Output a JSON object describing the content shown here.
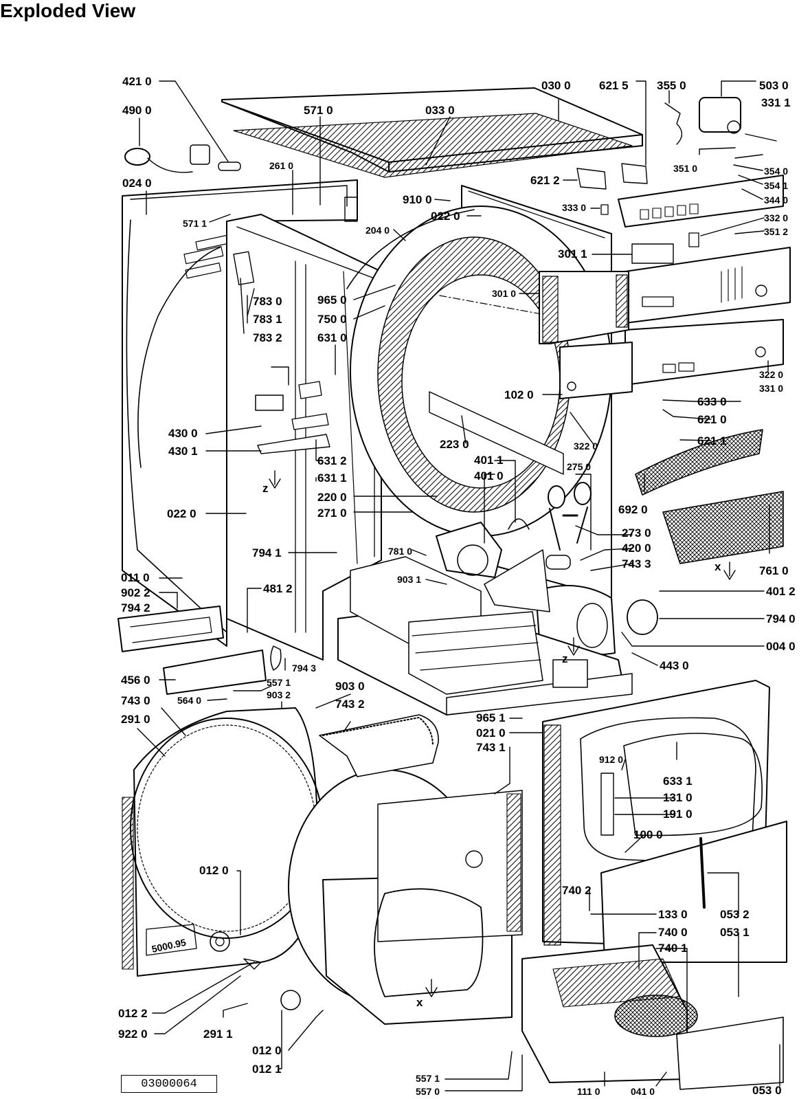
{
  "title": "Exploded View",
  "reference": "03000064",
  "callouts": [
    {
      "name": "421-0",
      "text": "421 0"
    },
    {
      "name": "490-0",
      "text": "490 0"
    },
    {
      "name": "024-0",
      "text": "024 0"
    },
    {
      "name": "571-0",
      "text": "571 0"
    },
    {
      "name": "033-0",
      "text": "033 0"
    },
    {
      "name": "030-0",
      "text": "030 0"
    },
    {
      "name": "621-5",
      "text": "621 5"
    },
    {
      "name": "355-0",
      "text": "355 0"
    },
    {
      "name": "503-0",
      "text": "503 0"
    },
    {
      "name": "331-1",
      "text": "331 1"
    },
    {
      "name": "351-0",
      "text": "351 0"
    },
    {
      "name": "354-0",
      "text": "354 0"
    },
    {
      "name": "354-1",
      "text": "354 1"
    },
    {
      "name": "344-0",
      "text": "344 0"
    },
    {
      "name": "261-0",
      "text": "261 0"
    },
    {
      "name": "621-2",
      "text": "621 2"
    },
    {
      "name": "910-0",
      "text": "910 0"
    },
    {
      "name": "022-0-top",
      "text": "022 0"
    },
    {
      "name": "333-0",
      "text": "333 0"
    },
    {
      "name": "332-0",
      "text": "332 0"
    },
    {
      "name": "351-2",
      "text": "351 2"
    },
    {
      "name": "571-1",
      "text": "571 1"
    },
    {
      "name": "204-0",
      "text": "204 0"
    },
    {
      "name": "301-1",
      "text": "301 1"
    },
    {
      "name": "783-0",
      "text": "783 0"
    },
    {
      "name": "783-1",
      "text": "783 1"
    },
    {
      "name": "783-2",
      "text": "783 2"
    },
    {
      "name": "965-0",
      "text": "965 0"
    },
    {
      "name": "750-0",
      "text": "750 0"
    },
    {
      "name": "631-0",
      "text": "631 0"
    },
    {
      "name": "301-0",
      "text": "301 0"
    },
    {
      "name": "102-0",
      "text": "102 0"
    },
    {
      "name": "322-0-right",
      "text": "322 0"
    },
    {
      "name": "331-0",
      "text": "331 0"
    },
    {
      "name": "633-0",
      "text": "633 0"
    },
    {
      "name": "621-0",
      "text": "621 0"
    },
    {
      "name": "621-1",
      "text": "621 1"
    },
    {
      "name": "430-0",
      "text": "430 0"
    },
    {
      "name": "430-1",
      "text": "430 1"
    },
    {
      "name": "223-0",
      "text": "223 0"
    },
    {
      "name": "322-0-mid",
      "text": "322 0"
    },
    {
      "name": "631-2",
      "text": "631 2"
    },
    {
      "name": "631-1",
      "text": "631 1"
    },
    {
      "name": "401-1",
      "text": "401 1"
    },
    {
      "name": "401-0",
      "text": "401 0"
    },
    {
      "name": "275-0",
      "text": "275 0"
    },
    {
      "name": "220-0",
      "text": "220 0"
    },
    {
      "name": "271-0",
      "text": "271 0"
    },
    {
      "name": "692-0",
      "text": "692 0"
    },
    {
      "name": "022-0-left",
      "text": "022 0"
    },
    {
      "name": "273-0",
      "text": "273 0"
    },
    {
      "name": "420-0",
      "text": "420 0"
    },
    {
      "name": "743-3",
      "text": "743 3"
    },
    {
      "name": "794-1",
      "text": "794 1"
    },
    {
      "name": "781-0",
      "text": "781 0"
    },
    {
      "name": "761-0",
      "text": "761 0"
    },
    {
      "name": "011-0",
      "text": "011 0"
    },
    {
      "name": "903-1",
      "text": "903 1"
    },
    {
      "name": "401-2",
      "text": "401 2"
    },
    {
      "name": "902-2",
      "text": "902 2"
    },
    {
      "name": "481-2",
      "text": "481 2"
    },
    {
      "name": "794-2",
      "text": "794 2"
    },
    {
      "name": "794-0",
      "text": "794 0"
    },
    {
      "name": "004-0",
      "text": "004 0"
    },
    {
      "name": "443-0",
      "text": "443 0"
    },
    {
      "name": "794-3",
      "text": "794 3"
    },
    {
      "name": "456-0",
      "text": "456 0"
    },
    {
      "name": "557-1-top",
      "text": "557 1"
    },
    {
      "name": "903-0",
      "text": "903 0"
    },
    {
      "name": "564-0",
      "text": "564 0"
    },
    {
      "name": "903-2",
      "text": "903 2"
    },
    {
      "name": "743-0",
      "text": "743 0"
    },
    {
      "name": "743-2",
      "text": "743 2"
    },
    {
      "name": "291-0",
      "text": "291 0"
    },
    {
      "name": "965-1",
      "text": "965 1"
    },
    {
      "name": "021-0",
      "text": "021 0"
    },
    {
      "name": "743-1",
      "text": "743 1"
    },
    {
      "name": "912-0",
      "text": "912 0"
    },
    {
      "name": "633-1",
      "text": "633 1"
    },
    {
      "name": "131-0",
      "text": "131 0"
    },
    {
      "name": "191-0",
      "text": "191 0"
    },
    {
      "name": "100-0",
      "text": "100 0"
    },
    {
      "name": "012-0-mid",
      "text": "012 0"
    },
    {
      "name": "740-2",
      "text": "740 2"
    },
    {
      "name": "133-0",
      "text": "133 0"
    },
    {
      "name": "053-2",
      "text": "053 2"
    },
    {
      "name": "740-0",
      "text": "740 0"
    },
    {
      "name": "053-1",
      "text": "053 1"
    },
    {
      "name": "740-1",
      "text": "740 1"
    },
    {
      "name": "012-2",
      "text": "012 2"
    },
    {
      "name": "922-0",
      "text": "922 0"
    },
    {
      "name": "291-1",
      "text": "291 1"
    },
    {
      "name": "012-0-bottom",
      "text": "012 0"
    },
    {
      "name": "012-1",
      "text": "012 1"
    },
    {
      "name": "557-1-bottom",
      "text": "557 1"
    },
    {
      "name": "557-0",
      "text": "557 0"
    },
    {
      "name": "111-0",
      "text": "111 0"
    },
    {
      "name": "041-0",
      "text": "041 0"
    },
    {
      "name": "053-0",
      "text": "053 0"
    },
    {
      "name": "z-top",
      "text": "z"
    },
    {
      "name": "z-mid",
      "text": "z"
    },
    {
      "name": "x-right",
      "text": "x"
    },
    {
      "name": "x-bottom",
      "text": "x"
    },
    {
      "name": "stamp",
      "text": "5000.95"
    }
  ]
}
